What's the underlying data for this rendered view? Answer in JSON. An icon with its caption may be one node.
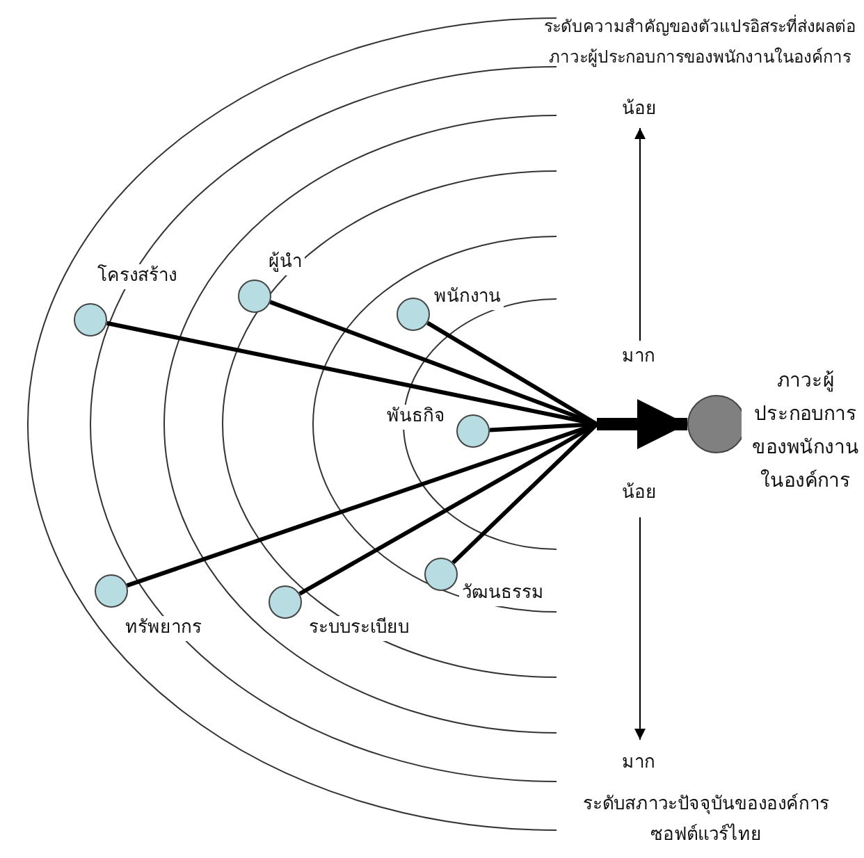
{
  "diagram": {
    "nodes": [
      {
        "text": [
          "โครงสร้าง"
        ]
      },
      {
        "text": [
          "ผู้นำ"
        ]
      },
      {
        "text": [
          "พนักงาน"
        ]
      },
      {
        "text": [
          "พันธกิจ"
        ]
      },
      {
        "text": [
          "ทรัพยากร"
        ]
      },
      {
        "text": [
          "ระบบระเบียบ"
        ]
      },
      {
        "text": [
          "วัฒนธรรม"
        ]
      },
      {
        "text": [
          "ภาวะผู้ประกอบการของพนักงานในองค์การ"
        ]
      }
    ],
    "edges": [
      {
        "from": 0,
        "to": 7,
        "arrow": "to"
      },
      {
        "from": 1,
        "to": 7,
        "arrow": "to"
      },
      {
        "from": 2,
        "to": 7,
        "arrow": "to"
      },
      {
        "from": 3,
        "to": 7,
        "arrow": "to"
      },
      {
        "from": 4,
        "to": 7,
        "arrow": "to"
      },
      {
        "from": 5,
        "to": 7,
        "arrow": "to"
      },
      {
        "from": 6,
        "to": 7,
        "arrow": "to"
      }
    ],
    "labels": [
      "ระดับความสำคัญของตัวแปรอิสระที่ส่งผลต่อภาวะผู้ประกอบการของพนักงานในองค์การ",
      "น้อย",
      "มาก",
      "น้อย",
      "มาก",
      "ระดับสภาวะปัจจุบันขององค์การซอฟต์แวร์ไทย"
    ]
  }
}
